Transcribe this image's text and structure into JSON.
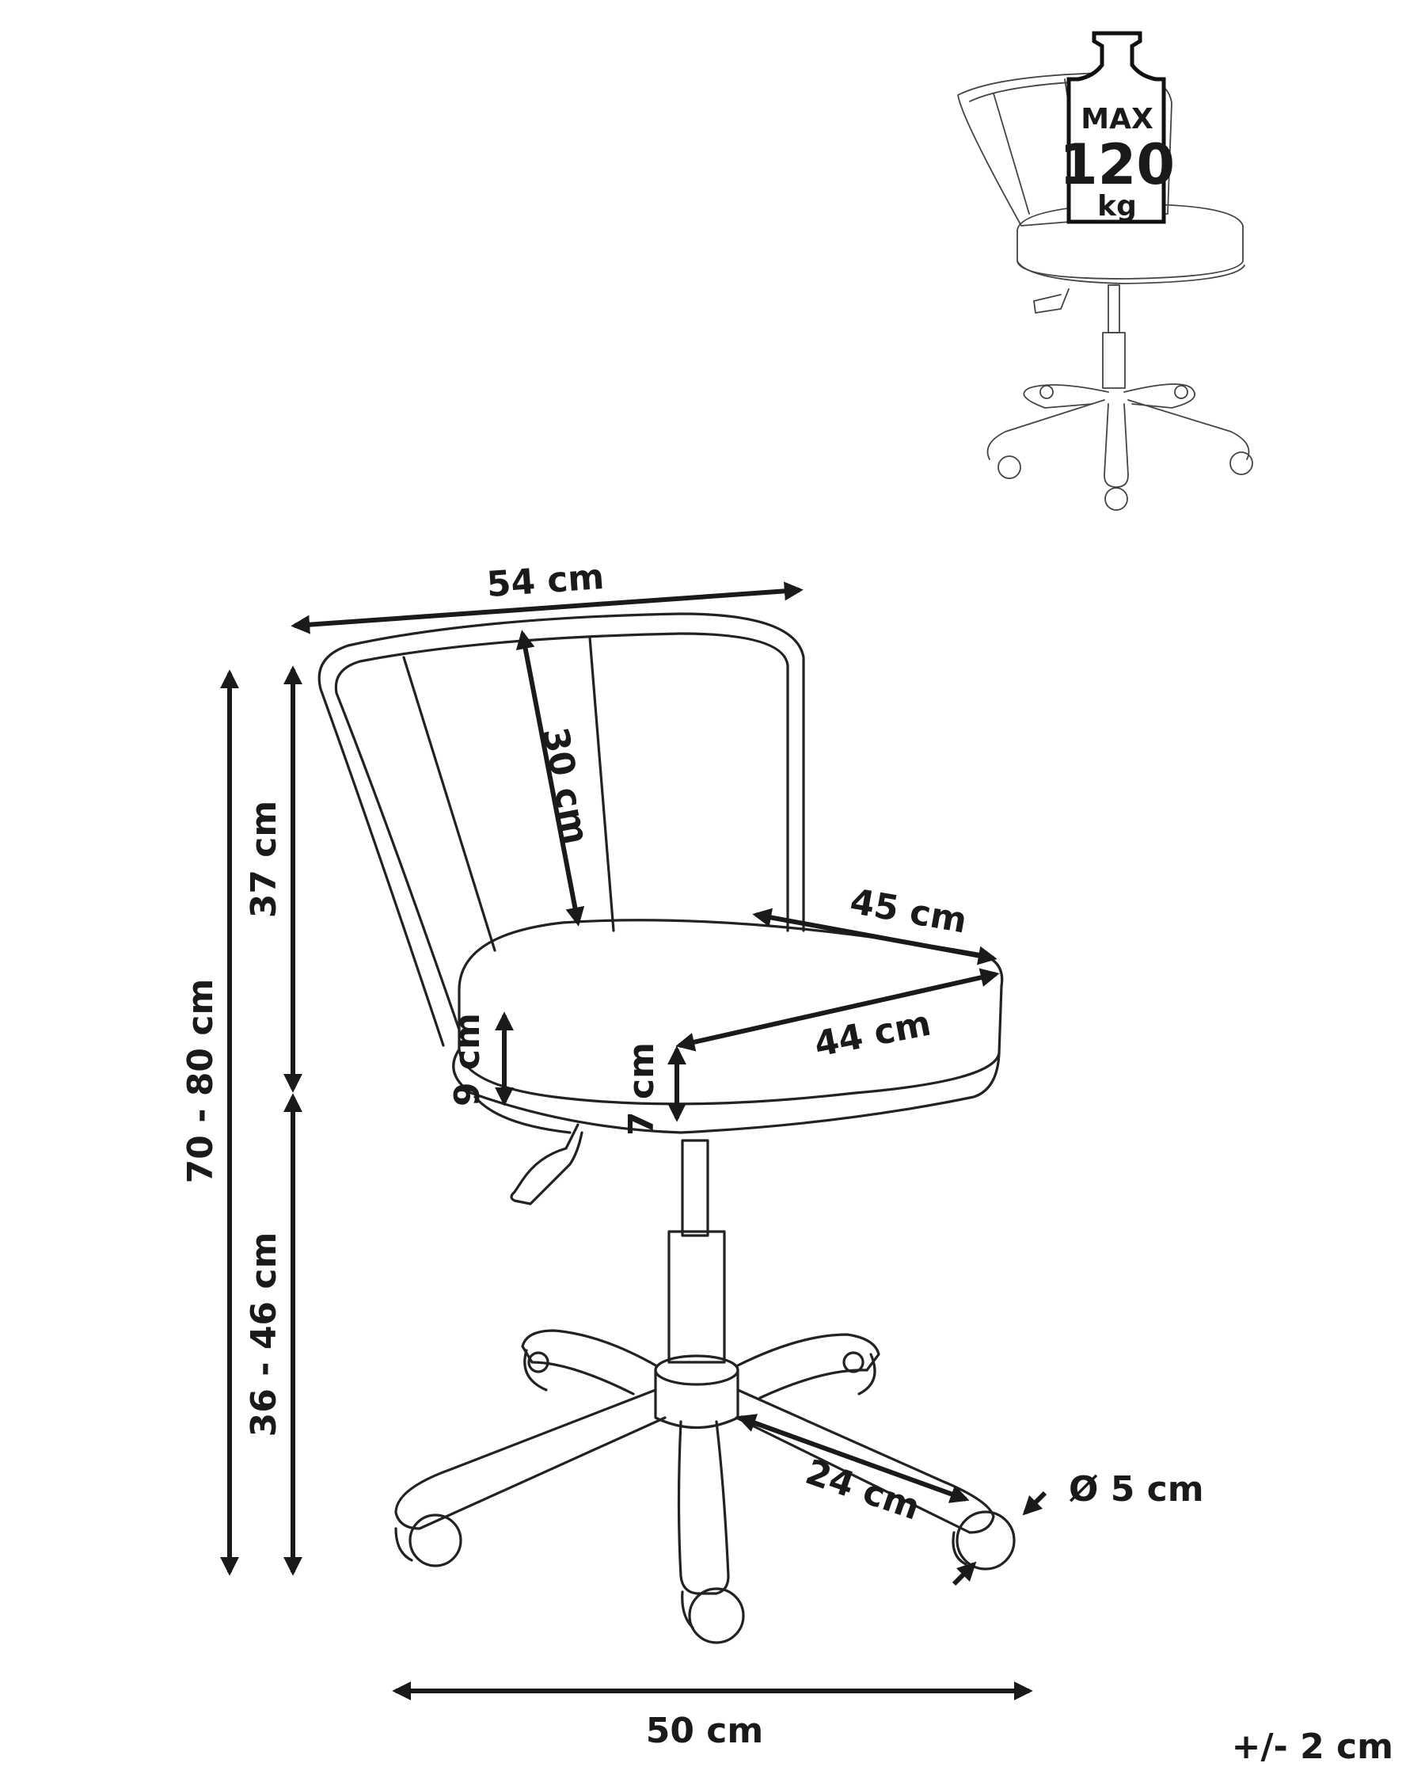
{
  "weight_badge": {
    "label_max": "MAX",
    "value": "120",
    "unit": "kg"
  },
  "dimensions": {
    "width_top": "54 cm",
    "backrest_height": "30 cm",
    "seat_depth": "45 cm",
    "seat_width": "44 cm",
    "cushion_side": "9 cm",
    "cushion_front": "7 cm",
    "back_height": "37 cm",
    "total_height": "70 - 80 cm",
    "seat_height": "36 - 46 cm",
    "leg_length": "24 cm",
    "wheel_diameter": "Ø 5 cm",
    "base_width": "50 cm",
    "tolerance": "+/- 2 cm"
  }
}
